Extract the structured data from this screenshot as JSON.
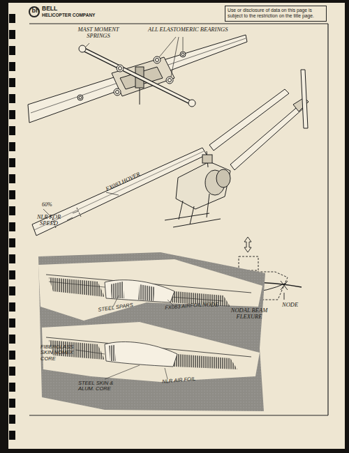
{
  "diagram": {
    "nodes": [
      {
        "text": [
          "Use or disclosure of data on this page is subject to the restriction on the title page."
        ]
      }
    ],
    "labels": [
      "bh",
      "BELL",
      "HELICOPTER COMPANY",
      "MAST MOMENT SPRINGS",
      "ALL ELASTOMERIC BEARINGS",
      "60%",
      "FX083 HOVER",
      "NLR FOR SPEED",
      "NODE",
      "NODE",
      "NODAL BEAM FLEXURE",
      "STEEL SPARS",
      "FX083 AIRFOIL",
      "FIBERGLASS SKIN NOMEX CORE",
      "STEEL SKIN & ALUM. CORE",
      "NLR AIR FOIL"
    ]
  }
}
